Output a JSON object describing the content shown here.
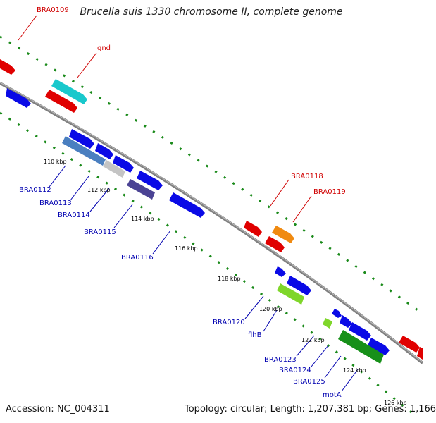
{
  "title": "Brucella suis 1330 chromosome II, complete genome",
  "accession_label": "Accession: NC_004311",
  "summary_label": "Topology: circular; Length: 1,207,381 bp; Genes: 1,166",
  "colors": {
    "backbone": "#808080",
    "tick": "#1a8a1a",
    "forward_label": "#d00000",
    "reverse_label": "#0000b0",
    "red": "#e00000",
    "blue": "#0a0ae6",
    "cyan": "#19c8cc",
    "orange": "#f08a10",
    "steelblue": "#4a7fc0",
    "grey": "#c4c4c4",
    "slate": "#4b4394",
    "lightgreen": "#7fd62a",
    "darkgreen": "#179019"
  },
  "tick_labels": [
    "110 kbp",
    "112 kbp",
    "114 kbp",
    "116 kbp",
    "118 kbp",
    "120 kbp",
    "122 kbp",
    "124 kbp",
    "126 kbp"
  ],
  "gene_labels": [
    {
      "text": "BRA0109",
      "strand": "forward"
    },
    {
      "text": "gnd",
      "strand": "forward"
    },
    {
      "text": "BRA0118",
      "strand": "forward"
    },
    {
      "text": "BRA0119",
      "strand": "forward"
    },
    {
      "text": "BRA0112",
      "strand": "reverse"
    },
    {
      "text": "BRA0113",
      "strand": "reverse"
    },
    {
      "text": "BRA0114",
      "strand": "reverse"
    },
    {
      "text": "BRA0115",
      "strand": "reverse"
    },
    {
      "text": "BRA0116",
      "strand": "reverse"
    },
    {
      "text": "BRA0120",
      "strand": "reverse"
    },
    {
      "text": "flhB",
      "strand": "reverse"
    },
    {
      "text": "BRA0123",
      "strand": "reverse"
    },
    {
      "text": "BRA0124",
      "strand": "reverse"
    },
    {
      "text": "BRA0125",
      "strand": "reverse"
    },
    {
      "text": "motA",
      "strand": "reverse"
    }
  ]
}
